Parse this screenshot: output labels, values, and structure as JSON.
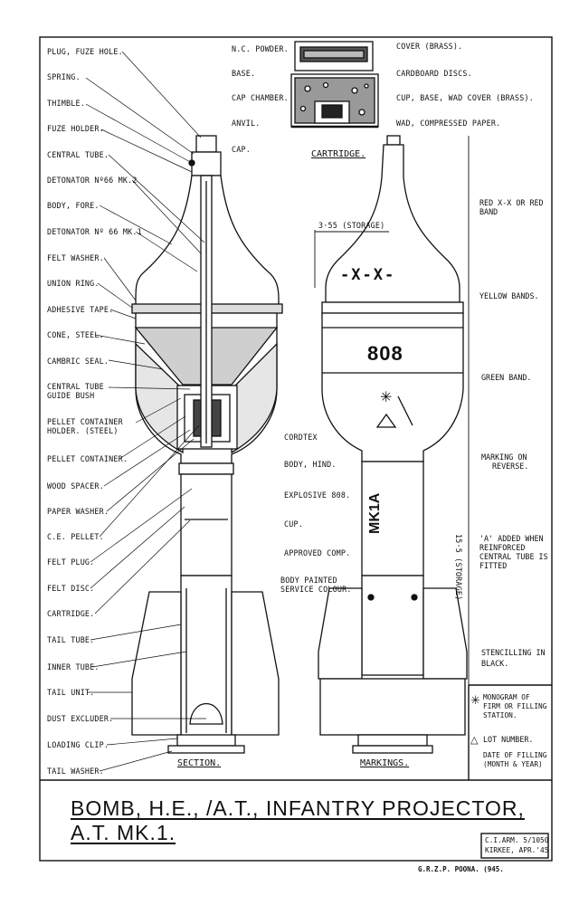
{
  "title": "BOMB, H.E., /A.T., INFANTRY PROJECTOR, A.T. MK.1.",
  "section_caption": "SECTION.",
  "markings_caption": "MARKINGS.",
  "cartridge_caption": "CARTRIDGE.",
  "left_labels": [
    "PLUG, FUZE HOLE.",
    "SPRING.",
    "THIMBLE.",
    "FUZE HOLDER.",
    "CENTRAL TUBE.",
    "DETONATOR Nº66 MK.2",
    "BODY, FORE.",
    "DETONATOR Nº 66 MK.1",
    "FELT WASHER.",
    "UNION RING.",
    "ADHESIVE TAPE.",
    "CONE, STEEL.",
    "CAMBRIC SEAL.",
    "CENTRAL TUBE",
    "GUIDE BUSH",
    "PELLET CONTAINER",
    "HOLDER. (STEEL)",
    "PELLET CONTAINER.",
    "WOOD SPACER.",
    "PAPER WASHER.",
    "C.E. PELLET.",
    "FELT PLUG.",
    "FELT DISC.",
    "CARTRIDGE.",
    "TAIL TUBE.",
    "INNER TUBE.",
    "TAIL UNIT.",
    "DUST EXCLUDER.",
    "LOADING CLIP.",
    "TAIL WASHER."
  ],
  "cartridge_labels_left": [
    "N.C. POWDER.",
    "BASE.",
    "CAP CHAMBER.",
    "ANVIL.",
    "CAP."
  ],
  "cartridge_labels_right": [
    "COVER (BRASS).",
    "CARDBOARD DISCS.",
    "CUP, BASE, WAD COVER (BRASS).",
    "WAD, COMPRESSED PAPER."
  ],
  "middle_labels": [
    "CORDTEX",
    "BODY, HIND.",
    "EXPLOSIVE 808.",
    "CUP.",
    "APPROVED COMP.",
    "BODY PAINTED",
    "SERVICE COLOUR."
  ],
  "markings": {
    "band_text": "-X-X-",
    "body_text": "808",
    "tube_text": "MK1A",
    "dim_storage": "3·55 (STORAGE)",
    "dim_length": "15·5 (STORAGE)"
  },
  "right_labels": [
    "RED X-X OR RED",
    "BAND",
    "YELLOW BANDS.",
    "GREEN BAND.",
    "MARKING ON",
    "REVERSE.",
    "'A' ADDED WHEN",
    "REINFORCED",
    "CENTRAL TUBE IS",
    "FITTED",
    "STENCILLING IN",
    "BLACK."
  ],
  "legend": {
    "star": "MONOGRAM OF FIRM OR FILLING STATION.",
    "triangle": "LOT NUMBER.",
    "date": "DATE OF FILLING (MONTH & YEAR)"
  },
  "reference": [
    "C.I.ARM. 5/1050",
    "KIRKEE, APR.'45"
  ],
  "footer": "G.R.Z.P. POONA. (945."
}
